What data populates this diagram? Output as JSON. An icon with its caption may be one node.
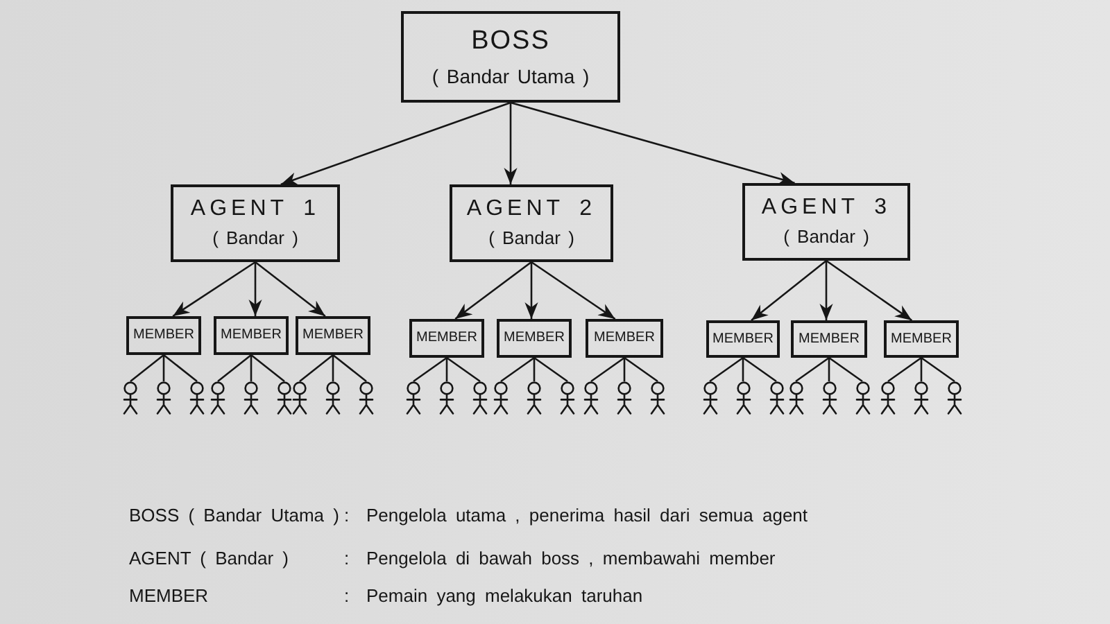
{
  "diagram": {
    "nodes": [
      {
        "text": [
          "BOSS",
          "( Bandar Utama )"
        ]
      },
      {
        "text": [
          "AGENT 1",
          "( Bandar )"
        ]
      },
      {
        "text": [
          "AGENT 2",
          "( Bandar )"
        ]
      },
      {
        "text": [
          "AGENT 3",
          "( Bandar )"
        ]
      },
      {
        "text": [
          "MEMBER"
        ]
      },
      {
        "text": [
          "MEMBER"
        ]
      },
      {
        "text": [
          "MEMBER"
        ]
      },
      {
        "text": [
          "MEMBER"
        ]
      },
      {
        "text": [
          "MEMBER"
        ]
      },
      {
        "text": [
          "MEMBER"
        ]
      },
      {
        "text": [
          "MEMBER"
        ]
      },
      {
        "text": [
          "MEMBER"
        ]
      },
      {
        "text": [
          "MEMBER"
        ]
      },
      {
        "text": [],
        "shape": "person"
      },
      {
        "text": [],
        "shape": "person"
      },
      {
        "text": [],
        "shape": "person"
      },
      {
        "text": [],
        "shape": "person"
      },
      {
        "text": [],
        "shape": "person"
      },
      {
        "text": [],
        "shape": "person"
      },
      {
        "text": [],
        "shape": "person"
      },
      {
        "text": [],
        "shape": "person"
      },
      {
        "text": [],
        "shape": "person"
      },
      {
        "text": [],
        "shape": "person"
      },
      {
        "text": [],
        "shape": "person"
      },
      {
        "text": [],
        "shape": "person"
      },
      {
        "text": [],
        "shape": "person"
      },
      {
        "text": [],
        "shape": "person"
      },
      {
        "text": [],
        "shape": "person"
      },
      {
        "text": [],
        "shape": "person"
      },
      {
        "text": [],
        "shape": "person"
      },
      {
        "text": [],
        "shape": "person"
      },
      {
        "text": [],
        "shape": "person"
      },
      {
        "text": [],
        "shape": "person"
      },
      {
        "text": [],
        "shape": "person"
      },
      {
        "text": [],
        "shape": "person"
      },
      {
        "text": [],
        "shape": "person"
      },
      {
        "text": [],
        "shape": "person"
      },
      {
        "text": [],
        "shape": "person"
      },
      {
        "text": [],
        "shape": "person"
      },
      {
        "text": [],
        "shape": "person"
      }
    ],
    "edges": [
      {
        "from": 0,
        "to": 1,
        "arrow": "to"
      },
      {
        "from": 0,
        "to": 2,
        "arrow": "to"
      },
      {
        "from": 0,
        "to": 3,
        "arrow": "to"
      },
      {
        "from": 1,
        "to": 4,
        "arrow": "to"
      },
      {
        "from": 1,
        "to": 5,
        "arrow": "to"
      },
      {
        "from": 1,
        "to": 6,
        "arrow": "to"
      },
      {
        "from": 2,
        "to": 7,
        "arrow": "to"
      },
      {
        "from": 2,
        "to": 8,
        "arrow": "to"
      },
      {
        "from": 2,
        "to": 9,
        "arrow": "to"
      },
      {
        "from": 3,
        "to": 10,
        "arrow": "to"
      },
      {
        "from": 3,
        "to": 11,
        "arrow": "to"
      },
      {
        "from": 3,
        "to": 12,
        "arrow": "to"
      },
      {
        "from": 4,
        "to": 13,
        "arrow": "none"
      },
      {
        "from": 4,
        "to": 14,
        "arrow": "none"
      },
      {
        "from": 4,
        "to": 15,
        "arrow": "none"
      },
      {
        "from": 5,
        "to": 16,
        "arrow": "none"
      },
      {
        "from": 5,
        "to": 17,
        "arrow": "none"
      },
      {
        "from": 5,
        "to": 18,
        "arrow": "none"
      },
      {
        "from": 6,
        "to": 19,
        "arrow": "none"
      },
      {
        "from": 6,
        "to": 20,
        "arrow": "none"
      },
      {
        "from": 6,
        "to": 21,
        "arrow": "none"
      },
      {
        "from": 7,
        "to": 22,
        "arrow": "none"
      },
      {
        "from": 7,
        "to": 23,
        "arrow": "none"
      },
      {
        "from": 7,
        "to": 24,
        "arrow": "none"
      },
      {
        "from": 8,
        "to": 25,
        "arrow": "none"
      },
      {
        "from": 8,
        "to": 26,
        "arrow": "none"
      },
      {
        "from": 8,
        "to": 27,
        "arrow": "none"
      },
      {
        "from": 9,
        "to": 28,
        "arrow": "none"
      },
      {
        "from": 9,
        "to": 29,
        "arrow": "none"
      },
      {
        "from": 9,
        "to": 30,
        "arrow": "none"
      },
      {
        "from": 10,
        "to": 31,
        "arrow": "none"
      },
      {
        "from": 10,
        "to": 32,
        "arrow": "none"
      },
      {
        "from": 10,
        "to": 33,
        "arrow": "none"
      },
      {
        "from": 11,
        "to": 34,
        "arrow": "none"
      },
      {
        "from": 11,
        "to": 35,
        "arrow": "none"
      },
      {
        "from": 11,
        "to": 36,
        "arrow": "none"
      },
      {
        "from": 12,
        "to": 37,
        "arrow": "none"
      },
      {
        "from": 12,
        "to": 38,
        "arrow": "none"
      },
      {
        "from": 12,
        "to": 39,
        "arrow": "none"
      }
    ],
    "labels": [
      "BOSS ( Bandar Utama )",
      ":",
      "Pengelola utama , penerima hasil dari semua agent",
      "AGENT ( Bandar )",
      ":",
      "Pengelola di bawah boss , membawahi member",
      "MEMBER",
      ":",
      "Pemain yang melakukan taruhan"
    ]
  }
}
